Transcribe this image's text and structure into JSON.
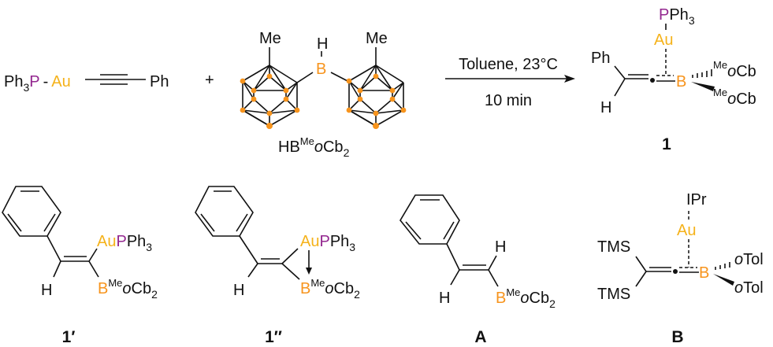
{
  "colors": {
    "gold": "#F5B21A",
    "phosphorus": "#93278F",
    "boron": "#F7941D",
    "ink": "#111111"
  },
  "reactant_gold": {
    "ph": "Ph",
    "sub": "3",
    "p": "P",
    "dash": "-",
    "au": "Au",
    "ph_end": "Ph"
  },
  "plus": "+",
  "reactant_borane": {
    "me_left": "Me",
    "me_right": "Me",
    "h": "H",
    "b": "B",
    "label": {
      "hb": "HB",
      "sup": "Me",
      "o": "o",
      "cb": "Cb",
      "sub": "2"
    }
  },
  "conditions": {
    "solvent_temp": "Toluene, 23°C",
    "time": "10 min"
  },
  "product_1": {
    "p": "P",
    "ph3": "Ph",
    "sub": "3",
    "au": "Au",
    "ph": "Ph",
    "h": "H",
    "b": "B",
    "sub1": {
      "sup": "Me",
      "o": "o",
      "cb": "Cb"
    },
    "sub2": {
      "sup": "Me",
      "o": "o",
      "cb": "Cb"
    },
    "label": "1"
  },
  "structure_1prime": {
    "au": "Au",
    "p": "P",
    "ph": "Ph",
    "sub": "3",
    "h": "H",
    "b": "B",
    "sup": "Me",
    "o": "o",
    "cb": "Cb",
    "sub2": "2",
    "label": "1′"
  },
  "structure_1dprime": {
    "au": "Au",
    "p": "P",
    "ph": "Ph",
    "sub": "3",
    "h": "H",
    "b": "B",
    "sup": "Me",
    "o": "o",
    "cb": "Cb",
    "sub2": "2",
    "label": "1′′"
  },
  "structure_A": {
    "h_top": "H",
    "h_bottom": "H",
    "b": "B",
    "sup": "Me",
    "o": "o",
    "cb": "Cb",
    "sub2": "2",
    "label": "A"
  },
  "structure_B": {
    "ipr": "IPr",
    "au": "Au",
    "tms_top": "TMS",
    "tms_bottom": "TMS",
    "b": "B",
    "otol1_o": "o",
    "otol1": "Tol",
    "otol2_o": "o",
    "otol2": "Tol",
    "label": "B"
  }
}
